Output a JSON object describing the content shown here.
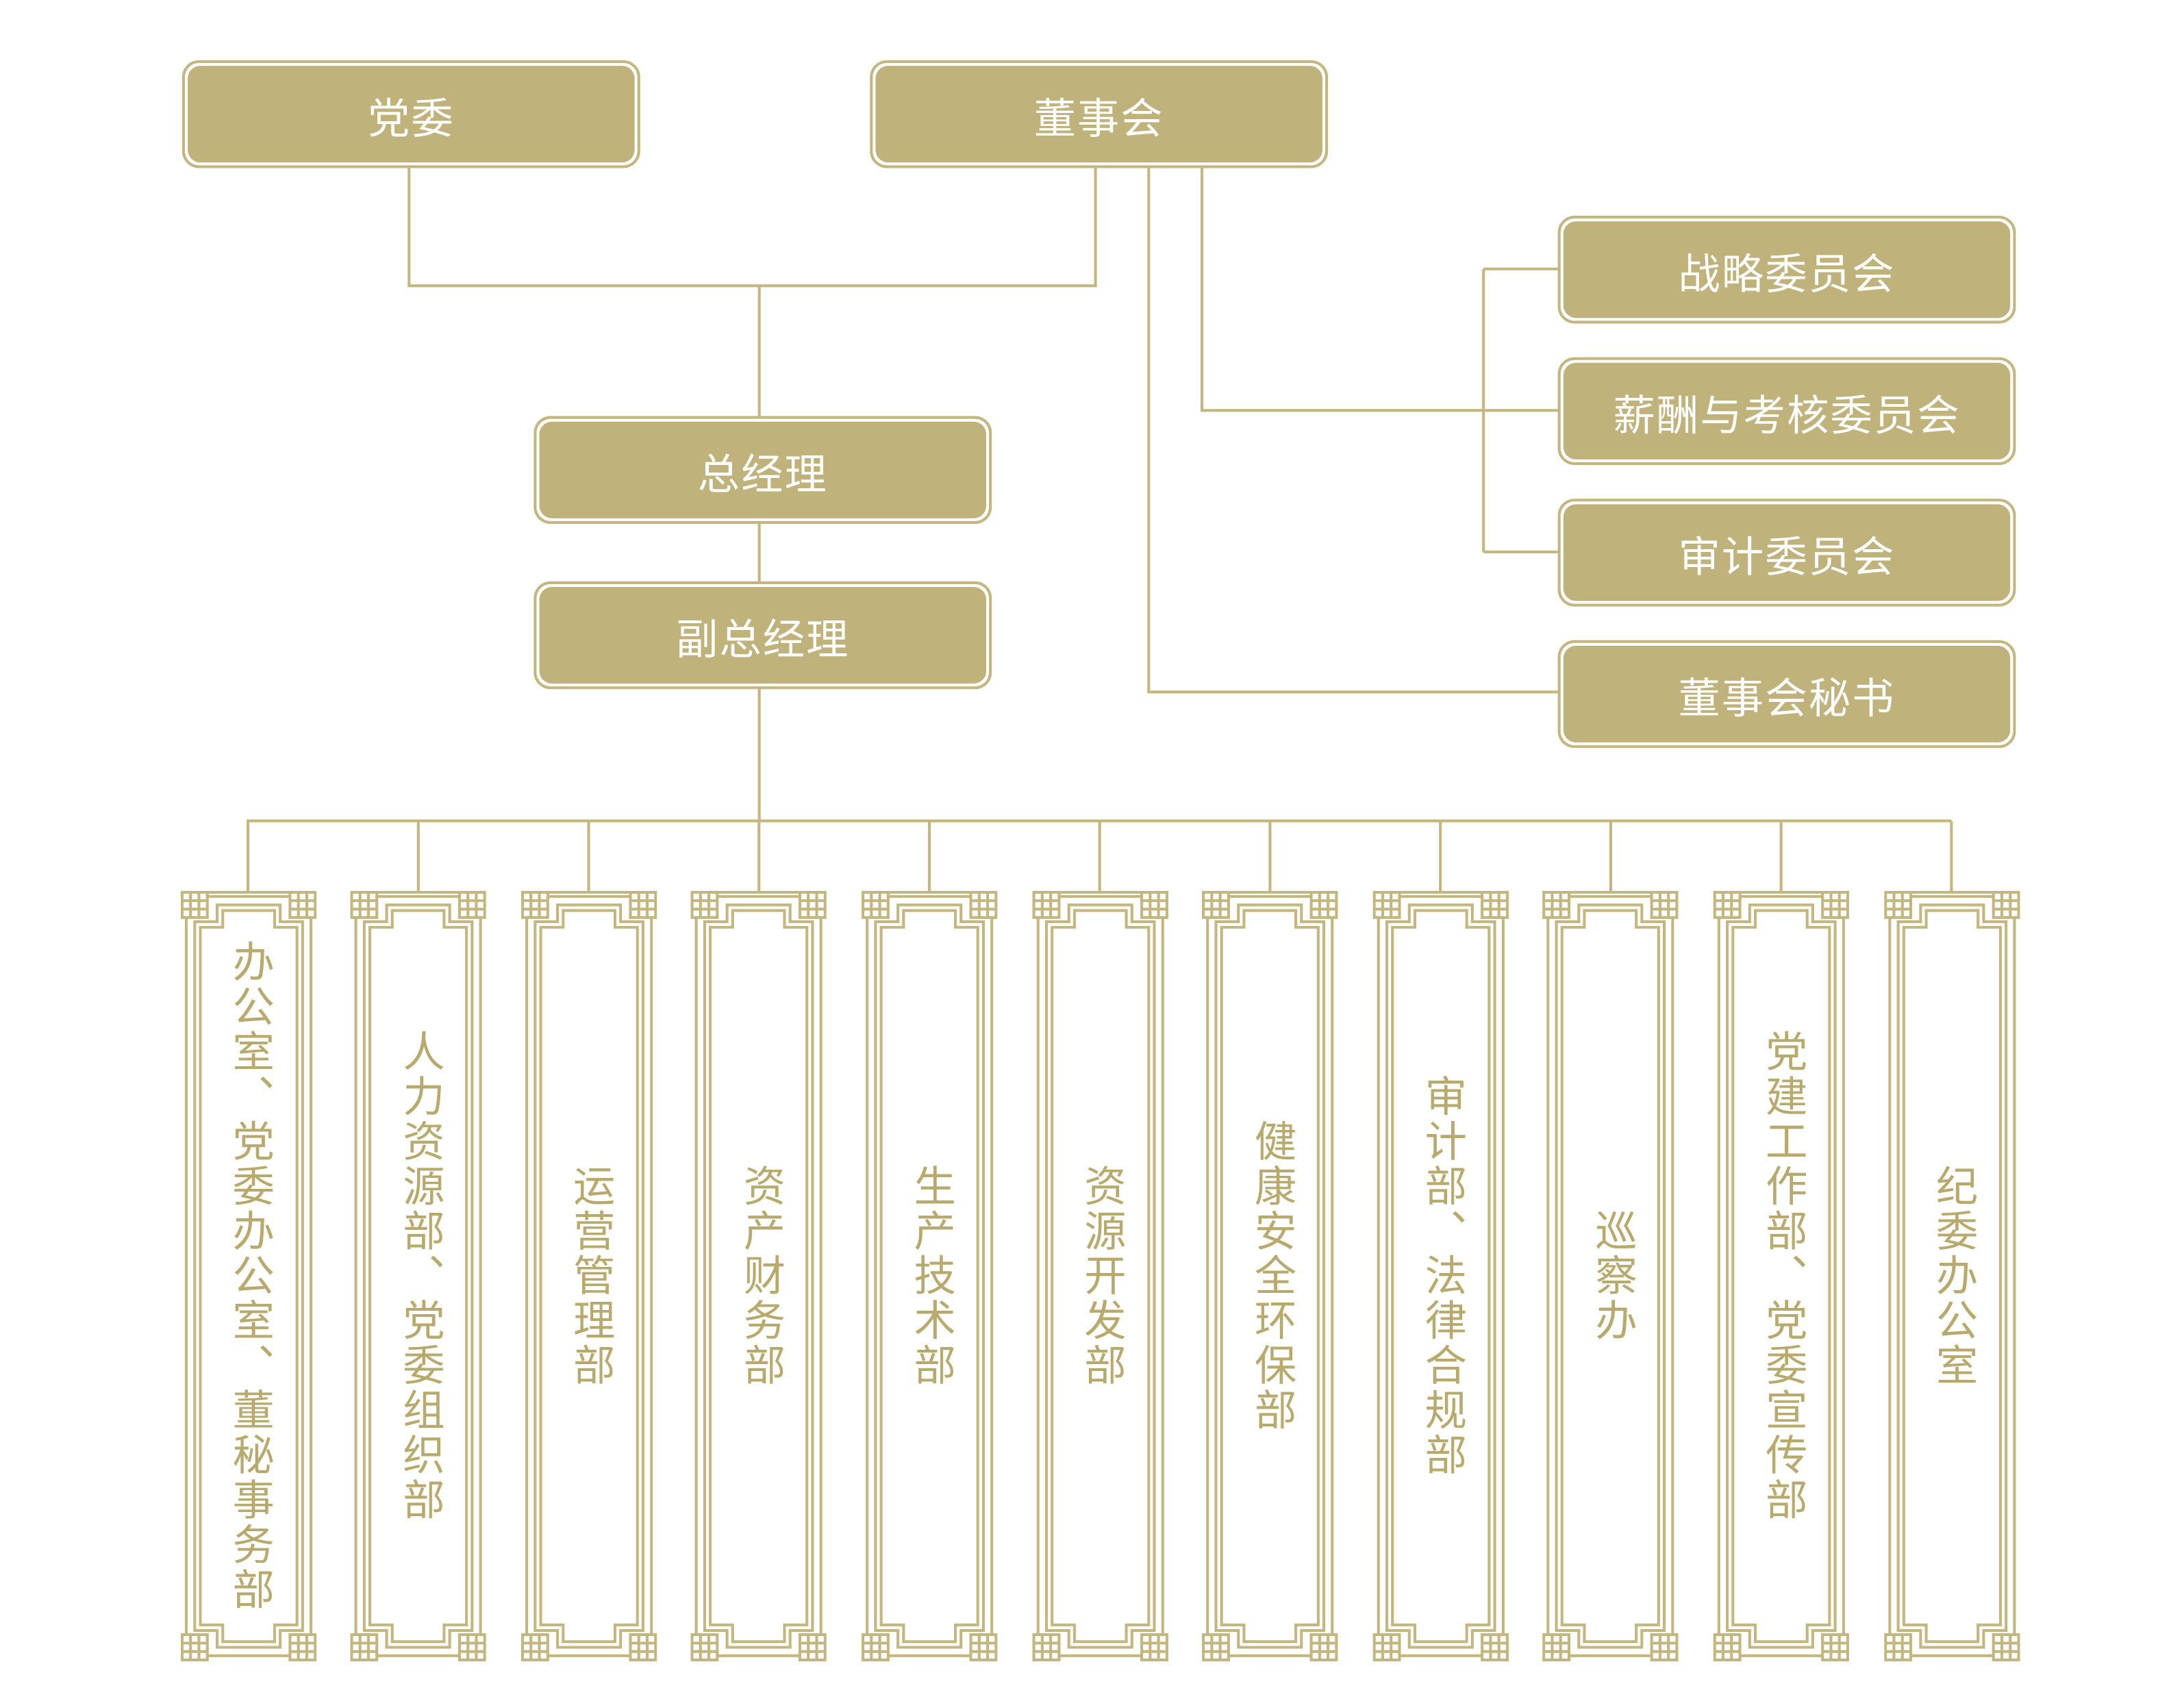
{
  "colors": {
    "box_fill": "#bfb27a",
    "line": "#c3b67f",
    "dept_text": "#b8aa6c"
  },
  "top": {
    "party_committee": "党委",
    "board": "董事会"
  },
  "management": {
    "general_manager": "总经理",
    "deputy_general_manager": "副总经理"
  },
  "committees": [
    "战略委员会",
    "薪酬与考核委员会",
    "审计委员会",
    "董事会秘书"
  ],
  "departments": [
    "办公室、党委办公室、董秘事务部",
    "人力资源部、党委组织部",
    "运营管理部",
    "资产财务部",
    "生产技术部",
    "资源开发部",
    "健康安全环保部",
    "审计部、法律合规部",
    "巡察办",
    "党建工作部、党委宣传部",
    "纪委办公室"
  ]
}
